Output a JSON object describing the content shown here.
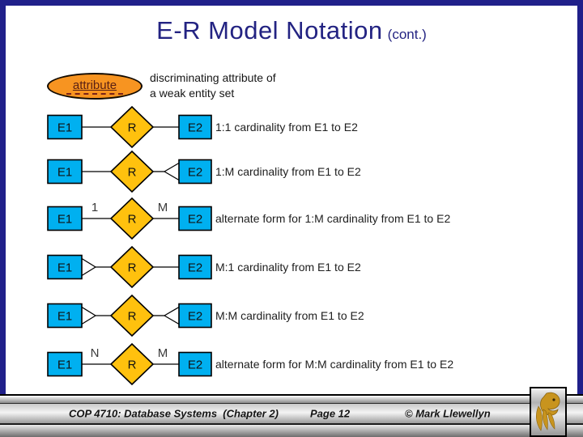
{
  "title": {
    "main": "E-R Model Notation",
    "suffix": "(cont.)"
  },
  "legend": {
    "oval_label": "attribute",
    "caption_line1": "discriminating attribute of",
    "caption_line2": "a weak entity set"
  },
  "rows": [
    {
      "e1": "E1",
      "r": "R",
      "e2": "E2",
      "left_label": "",
      "right_label": "",
      "left_many": false,
      "right_many": false,
      "description": "1:1 cardinality from E1 to E2"
    },
    {
      "e1": "E1",
      "r": "R",
      "e2": "E2",
      "left_label": "",
      "right_label": "",
      "left_many": false,
      "right_many": true,
      "description": "1:M cardinality from E1 to E2"
    },
    {
      "e1": "E1",
      "r": "R",
      "e2": "E2",
      "left_label": "1",
      "right_label": "M",
      "left_many": false,
      "right_many": false,
      "description": "alternate form for 1:M cardinality from E1 to E2"
    },
    {
      "e1": "E1",
      "r": "R",
      "e2": "E2",
      "left_label": "",
      "right_label": "",
      "left_many": true,
      "right_many": false,
      "description": "M:1 cardinality from E1 to E2"
    },
    {
      "e1": "E1",
      "r": "R",
      "e2": "E2",
      "left_label": "",
      "right_label": "",
      "left_many": true,
      "right_many": true,
      "description": "M:M cardinality from E1 to E2"
    },
    {
      "e1": "E1",
      "r": "R",
      "e2": "E2",
      "left_label": "N",
      "right_label": "M",
      "left_many": false,
      "right_many": false,
      "description": "alternate form for M:M cardinality from E1 to E2"
    }
  ],
  "footer": {
    "course": "COP 4710: Database Systems  (Chapter 2)",
    "page": "Page 12",
    "copyright": "© Mark Llewellyn",
    "logo_icon": "ucf-pegasus-logo"
  },
  "colors": {
    "border_navy": "#20208a",
    "title_navy": "#232382",
    "entity_fill": "#00b0f0",
    "diamond_fill": "#ffc10e",
    "attribute_fill": "#f79421",
    "attribute_text": "#5a2014",
    "attribute_underline": "#7a2218",
    "line_black": "#000000",
    "logo_gold": "#c8941e"
  }
}
